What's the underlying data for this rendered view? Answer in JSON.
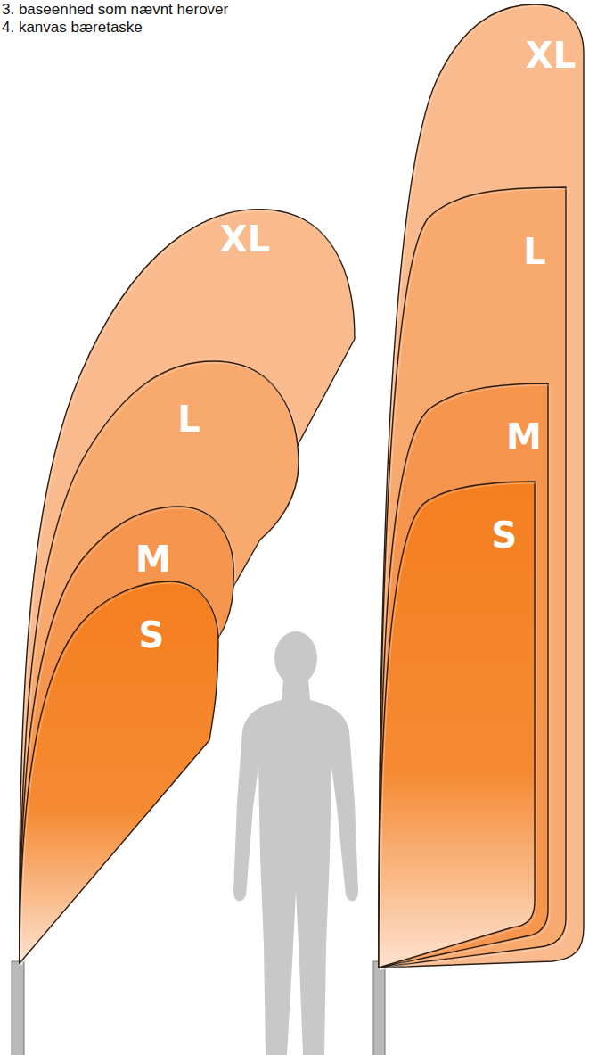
{
  "diagram": {
    "nodes": [
      {
        "text": [
          "XL"
        ]
      },
      {
        "text": [
          "L"
        ],
        "in": 0
      },
      {
        "text": [
          "M"
        ],
        "in": 1
      },
      {
        "text": [
          "S"
        ],
        "in": 2
      },
      {
        "text": [
          "XL"
        ]
      },
      {
        "text": [
          "L"
        ],
        "in": 4
      },
      {
        "text": [
          "M"
        ],
        "in": 5
      },
      {
        "text": [
          "S"
        ],
        "in": 6
      }
    ],
    "labels": [
      "3. baseenhed som nævnt herover",
      "4. kanvas bæretaske"
    ]
  }
}
